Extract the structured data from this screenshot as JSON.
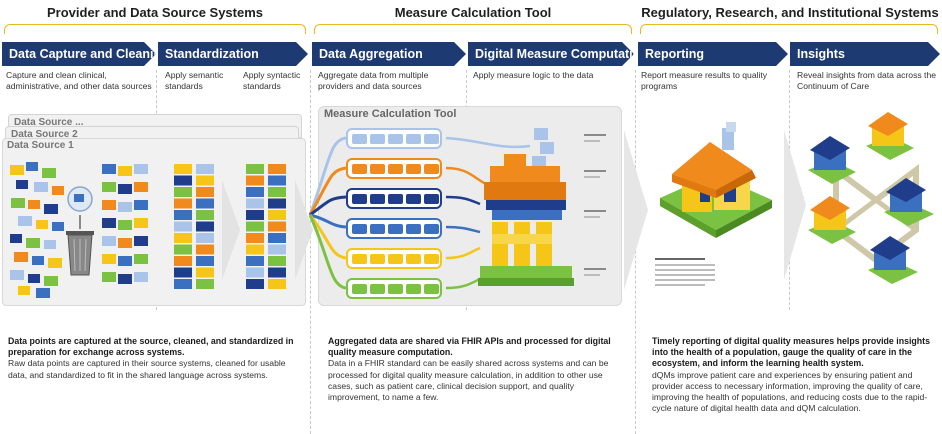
{
  "groups": [
    {
      "title": "Provider and Data Source Systems"
    },
    {
      "title": "Measure Calculation Tool"
    },
    {
      "title": "Regulatory, Research, and Institutional Systems"
    }
  ],
  "steps": [
    {
      "label": "Data Capture and Cleaning",
      "desc": "Capture and clean clinical, administrative, and other data sources"
    },
    {
      "label": "Standardization",
      "desc_a": "Apply semantic standards",
      "desc_b": "Apply syntactic standards"
    },
    {
      "label": "Data Aggregation",
      "desc": "Aggregate data from multiple providers and data sources"
    },
    {
      "label": "Digital Measure Computation",
      "desc": "Apply measure logic to the data"
    },
    {
      "label": "Reporting",
      "desc": "Report measure results to quality programs"
    },
    {
      "label": "Insights",
      "desc": "Reveal insights from data across the Continuum of Care"
    }
  ],
  "data_sources": [
    "Data Source ...",
    "Data Source 2",
    "Data Source 1"
  ],
  "tool_panel_title": "Measure Calculation Tool",
  "captions": [
    {
      "bold": "Data points are captured at the source, cleaned, and standardized in preparation for exchange across systems.",
      "body": "Raw data points are captured in their source systems, cleaned for usable data, and standardized to fit in the shared language across systems."
    },
    {
      "bold": "Aggregated data are shared via FHIR APIs and processed for digital quality measure computation.",
      "body": "Data in a FHIR standard can be easily shared across systems and can be processed for digital quality measure calculation, in addition to other use cases, such as patient care, clinical decision support, and quality improvement, to name a few."
    },
    {
      "bold": "Timely reporting of digital quality measures helps provide insights into the health of a population, gauge the quality of care in the ecosystem, and inform the learning health system.",
      "body": "dQMs improve patient care and experiences by ensuring patient and provider access to necessary information, improving the quality of care, improving the health of populations, and reducing costs due to the rapid-cycle nature of digital health data and dQM calculation."
    }
  ],
  "colors": {
    "step_bg": "#1d3a73",
    "bracket": "#e8b820",
    "tray_colors": [
      "#a9c4e8",
      "#f08a1c",
      "#1f3d8a",
      "#3b6fc0",
      "#f5c518",
      "#7cc242"
    ]
  }
}
